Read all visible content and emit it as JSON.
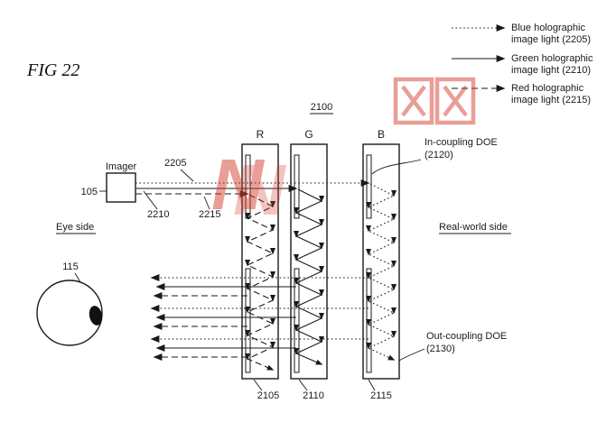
{
  "figure": {
    "title": "FIG 22"
  },
  "legend": {
    "items": [
      {
        "line1": "Blue holographic",
        "line2": "image light (2205)",
        "style": "dotted"
      },
      {
        "line1": "Green holographic",
        "line2": "image light (2210)",
        "style": "solid"
      },
      {
        "line1": "Red holographic",
        "line2": "image light (2215)",
        "style": "dashed"
      }
    ]
  },
  "diagram": {
    "assembly_ref": "2100",
    "waveguides": {
      "r": "R",
      "g": "G",
      "b": "B",
      "r_ref": "2105",
      "g_ref": "2110",
      "b_ref": "2115"
    },
    "imager": {
      "label": "Imager",
      "ref": "105"
    },
    "light_refs": {
      "blue": "2205",
      "green": "2210",
      "red": "2215"
    },
    "sides": {
      "eye": "Eye side",
      "real_world": "Real-world side"
    },
    "eye_ref": "115",
    "in_coupling": {
      "line1": "In-coupling DOE",
      "line2": "(2120)"
    },
    "out_coupling": {
      "line1": "Out-coupling DOE",
      "line2": "(2130)"
    }
  },
  "watermark": {
    "letter": "N"
  },
  "colors": {
    "ink": "#1a1a1a",
    "watermark": "#d43f2f",
    "background": "#ffffff"
  }
}
